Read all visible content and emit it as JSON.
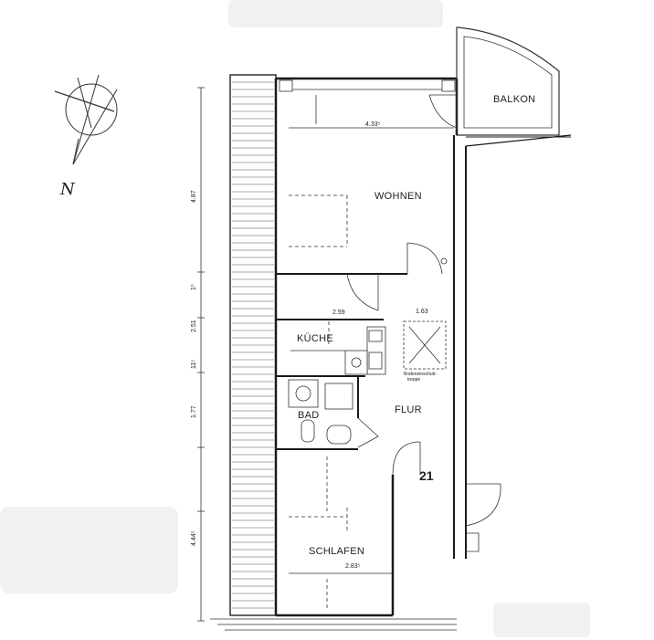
{
  "rooms": {
    "balkon": "BALKON",
    "wohnen": "WOHNEN",
    "kueche": "KÜCHE",
    "bad": "BAD",
    "flur": "FLUR",
    "schlafen": "SCHLAFEN"
  },
  "unit_number": "21",
  "north_label": "N",
  "stair_label_line1": "Bodeneinschub-",
  "stair_label_line2": "treppe",
  "dimensions": {
    "wohnen_width": "4.33⁵",
    "wohnen_depth": "4.87",
    "flur_width": "1.63",
    "kitchen_width": "2.59",
    "kitchen_depth": "2.51",
    "bad_depth": "1.77",
    "schlafen_width": "2.83⁵",
    "schlafen_depth": "4.44⁵",
    "wall_1": "1⁰",
    "wall_2": "11⁵"
  }
}
